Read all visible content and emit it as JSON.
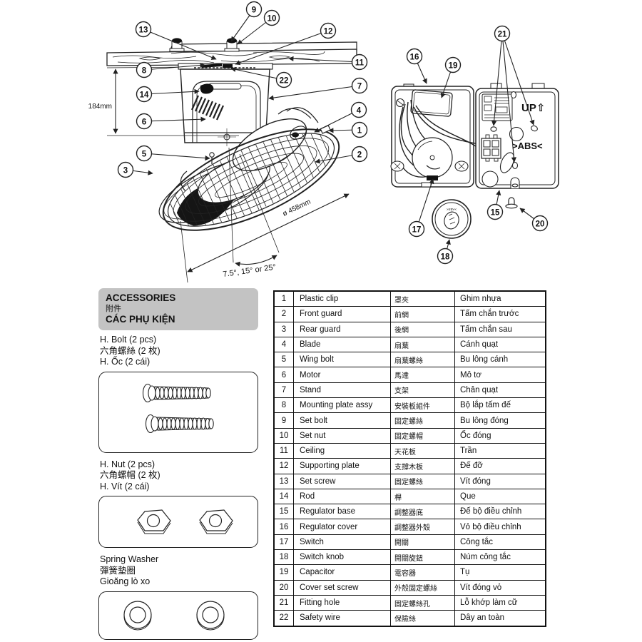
{
  "figure": {
    "dim_height": "184mm",
    "dim_diameter": "ø 458mm",
    "tilt_angles": "7.5°, 15° or 25°",
    "up_label": "UP⇧",
    "abs_label": ">ABS<",
    "callouts": [
      "1",
      "2",
      "3",
      "4",
      "5",
      "6",
      "7",
      "8",
      "9",
      "10",
      "11",
      "12",
      "13",
      "14",
      "15",
      "16",
      "17",
      "18",
      "19",
      "20",
      "21",
      "22"
    ]
  },
  "accessories": {
    "header": {
      "en": "ACCESSORIES",
      "zh": "附件",
      "vi": "CÁC PHỤ KIỆN"
    },
    "items": [
      {
        "en": "H. Bolt (2 pcs)",
        "zh": "六角螺絲 (2 枚)",
        "vi": "H. Ốc (2 cái)"
      },
      {
        "en": "H. Nut (2 pcs)",
        "zh": "六角螺帽 (2 枚)",
        "vi": "H. Vít (2 cái)"
      },
      {
        "en": "Spring Washer",
        "zh": "彈簧墊圈",
        "vi": "Gioăng lò xo"
      }
    ]
  },
  "parts_table": {
    "rows": [
      {
        "no": "1",
        "en": "Plastic clip",
        "zh": "罩夾",
        "vi": "Ghim nhựa"
      },
      {
        "no": "2",
        "en": "Front guard",
        "zh": "前網",
        "vi": "Tấm chắn trước"
      },
      {
        "no": "3",
        "en": "Rear guard",
        "zh": "後網",
        "vi": "Tấm chắn sau"
      },
      {
        "no": "4",
        "en": "Blade",
        "zh": "扇葉",
        "vi": "Cánh quạt"
      },
      {
        "no": "5",
        "en": "Wing bolt",
        "zh": "扇葉螺絲",
        "vi": "Bu lông cánh"
      },
      {
        "no": "6",
        "en": "Motor",
        "zh": "馬達",
        "vi": "Mô tơ"
      },
      {
        "no": "7",
        "en": "Stand",
        "zh": "支架",
        "vi": "Chân quạt"
      },
      {
        "no": "8",
        "en": "Mounting plate assy",
        "zh": "安裝板組件",
        "vi": "Bộ lắp tấm đế"
      },
      {
        "no": "9",
        "en": "Set bolt",
        "zh": "固定螺絲",
        "vi": "Bu lông đóng"
      },
      {
        "no": "10",
        "en": "Set nut",
        "zh": "固定螺帽",
        "vi": "Ốc đóng"
      },
      {
        "no": "11",
        "en": "Ceiling",
        "zh": "天花板",
        "vi": "Trần"
      },
      {
        "no": "12",
        "en": "Supporting plate",
        "zh": "支撐木板",
        "vi": "Đế đỡ"
      },
      {
        "no": "13",
        "en": "Set screw",
        "zh": "固定螺絲",
        "vi": "Vít đóng"
      },
      {
        "no": "14",
        "en": "Rod",
        "zh": "桿",
        "vi": "Que"
      },
      {
        "no": "15",
        "en": "Regulator base",
        "zh": "調整器底",
        "vi": "Đế bộ điều chỉnh"
      },
      {
        "no": "16",
        "en": "Regulator cover",
        "zh": "調整器外殼",
        "vi": "Vỏ bộ điều chỉnh"
      },
      {
        "no": "17",
        "en": "Switch",
        "zh": "開關",
        "vi": "Công tắc"
      },
      {
        "no": "18",
        "en": "Switch knob",
        "zh": "開關旋鈕",
        "vi": "Núm công tắc"
      },
      {
        "no": "19",
        "en": "Capacitor",
        "zh": "電容器",
        "vi": "Tụ"
      },
      {
        "no": "20",
        "en": "Cover set screw",
        "zh": "外殼固定螺絲",
        "vi": "Vít đóng vỏ"
      },
      {
        "no": "21",
        "en": "Fitting hole",
        "zh": "固定螺絲孔",
        "vi": "Lỗ khớp làm cữ"
      },
      {
        "no": "22",
        "en": "Safety wire",
        "zh": "保險絲",
        "vi": "Dây an toàn"
      }
    ]
  }
}
